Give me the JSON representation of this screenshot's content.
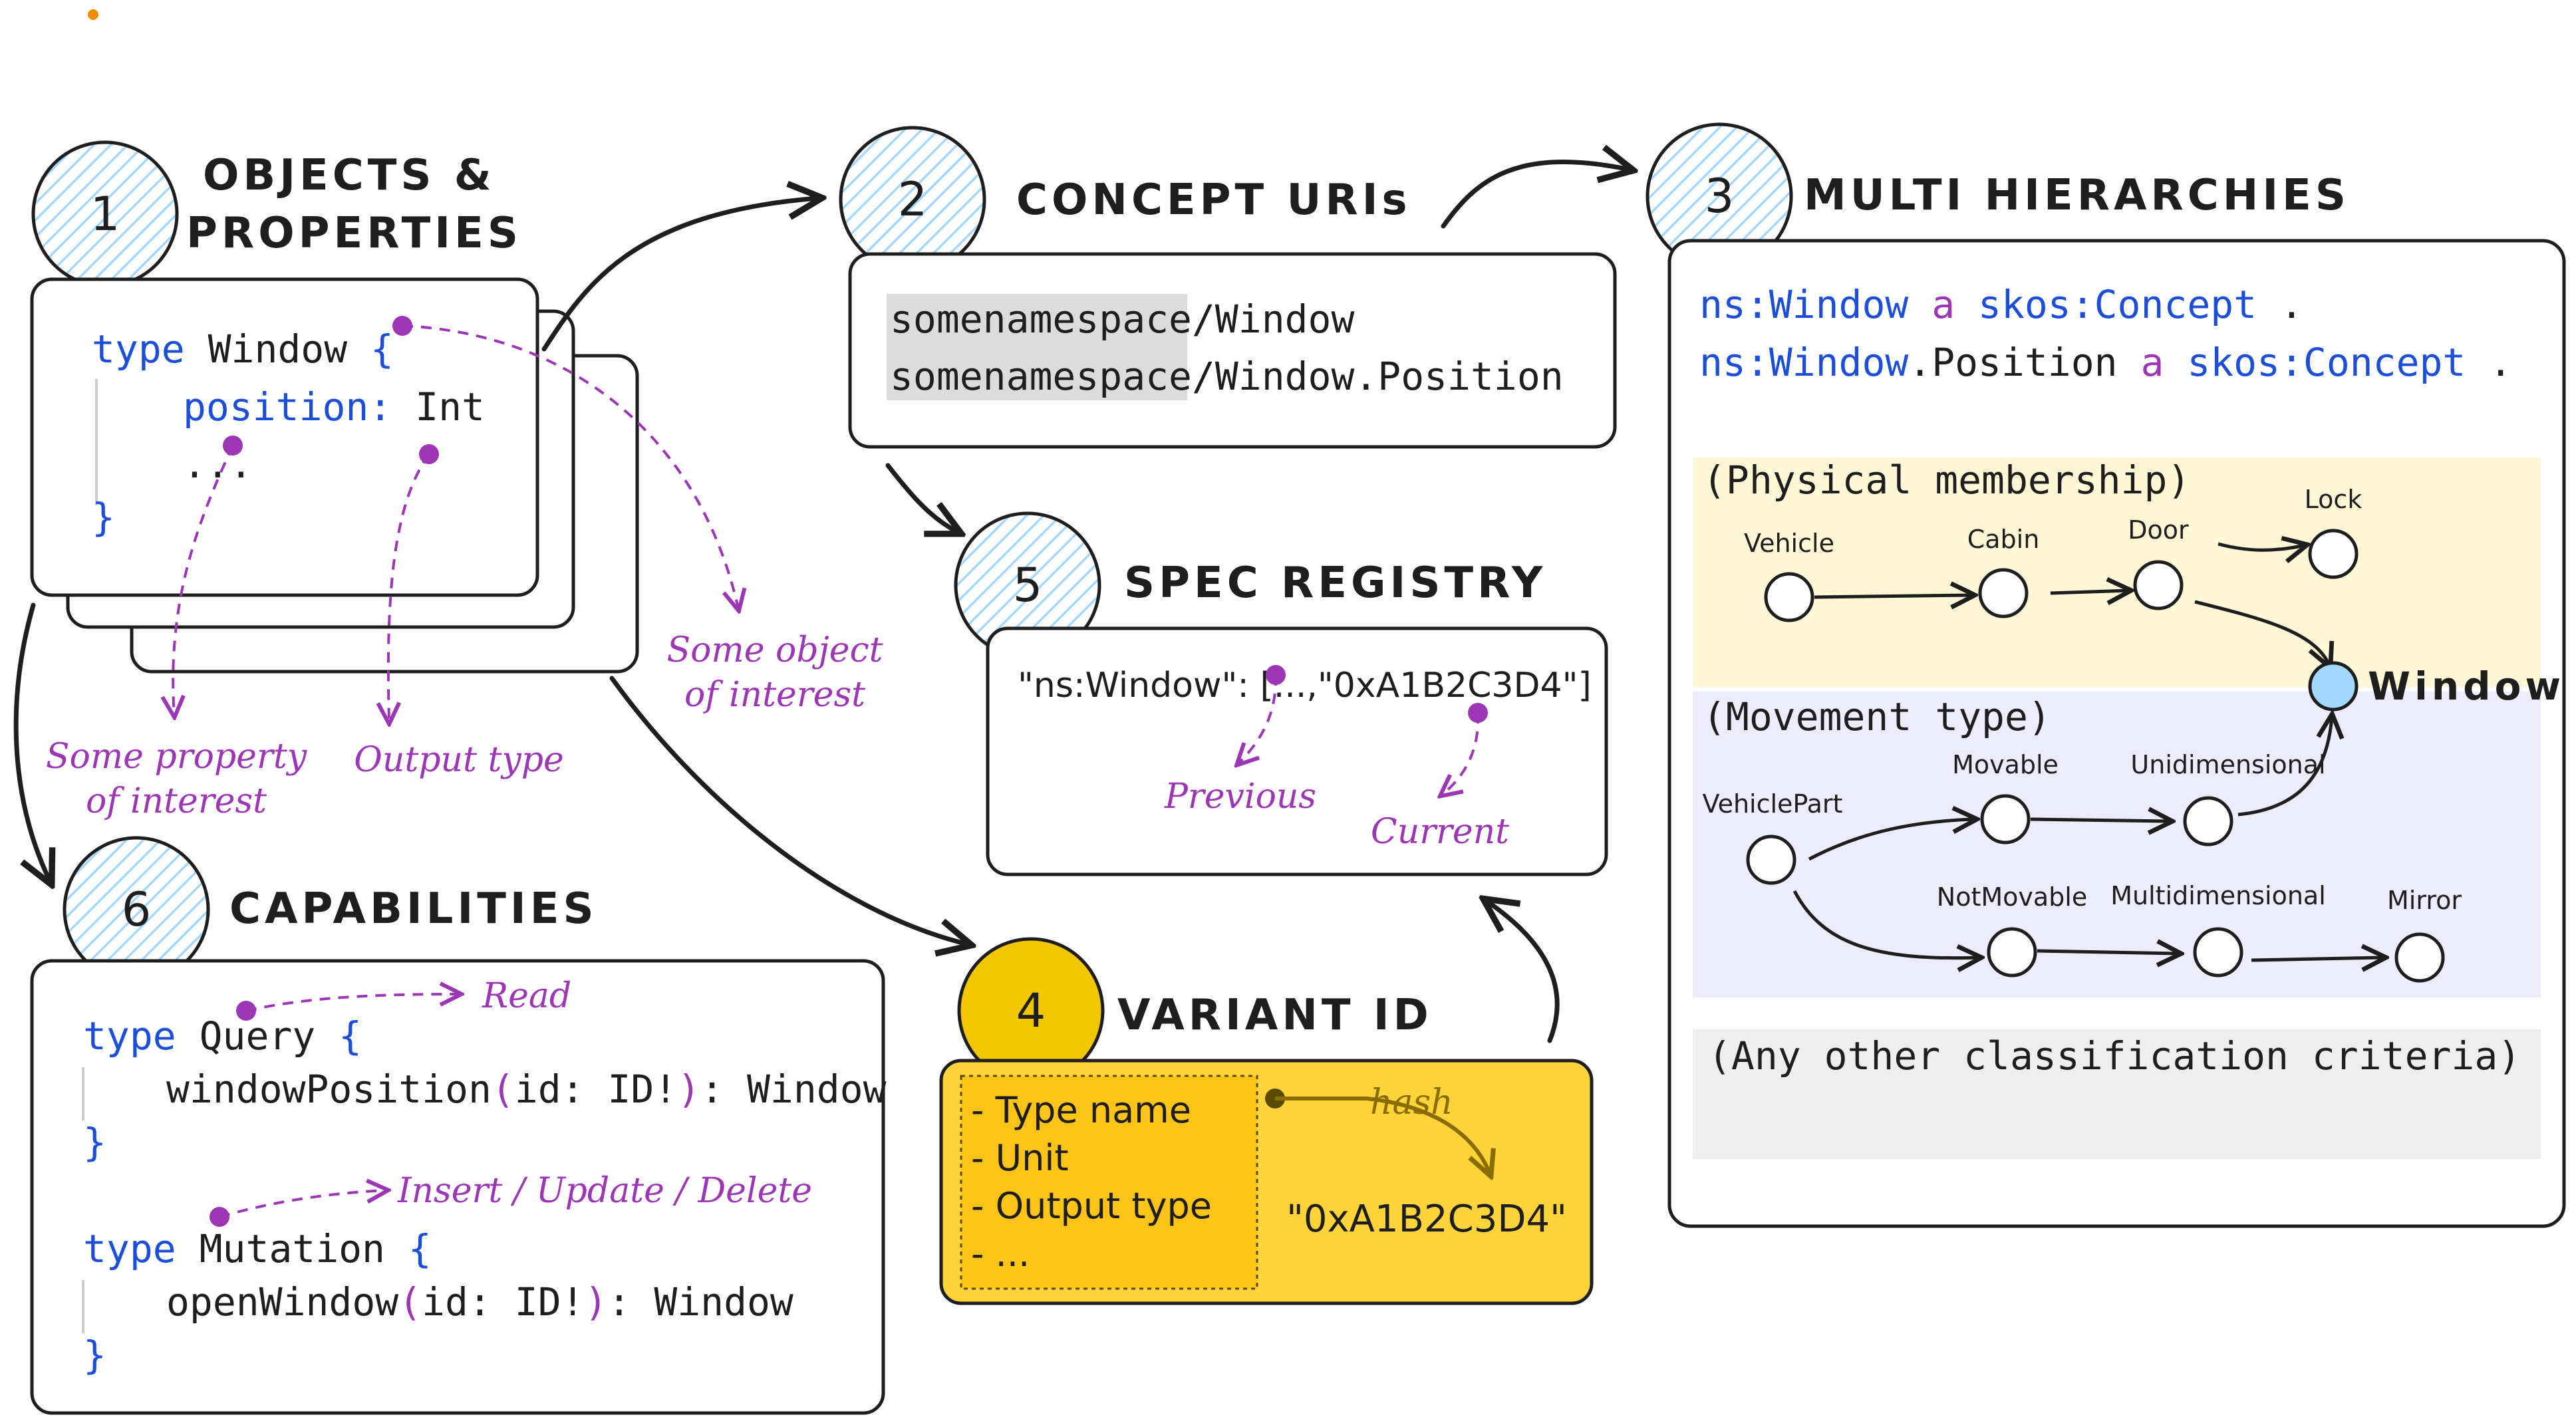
{
  "sections": {
    "s1": {
      "number": "1",
      "title_line1": "OBJECTS &",
      "title_line2": "PROPERTIES"
    },
    "s2": {
      "number": "2",
      "title": "CONCEPT URIs"
    },
    "s3": {
      "number": "3",
      "title": "MULTI HIERARCHIES"
    },
    "s4": {
      "number": "4",
      "title": "VARIANT ID"
    },
    "s5": {
      "number": "5",
      "title": "SPEC REGISTRY"
    },
    "s6": {
      "number": "6",
      "title": "CAPABILITIES"
    }
  },
  "objects": {
    "line1_kw": "type",
    "line1_name": " Window ",
    "line1_brace": "{",
    "line2_field": "position:",
    "line2_type": " Int",
    "line3": "...",
    "line4": "}",
    "anno_property": [
      "Some property",
      "of interest"
    ],
    "anno_output": "Output type",
    "anno_object": [
      "Some object",
      "of interest"
    ]
  },
  "concept_uris": {
    "ns": "somenamespace",
    "rest1": "/Window",
    "rest2": "/Window.Position"
  },
  "hierarchies": {
    "rdf1": [
      "ns:",
      "Window",
      " a ",
      "skos:Concept",
      " ."
    ],
    "rdf2": [
      "ns:",
      "Window",
      ".Position",
      " a ",
      "skos:Concept",
      " ."
    ],
    "group_physical": "(Physical membership)",
    "group_movement": "(Movement type)",
    "group_other": "(Any other classification criteria)",
    "nodes": {
      "vehicle": "Vehicle",
      "cabin": "Cabin",
      "door": "Door",
      "lock": "Lock",
      "window": "Window",
      "vehiclepart": "VehiclePart",
      "movable": "Movable",
      "unidimensional": "Unidimensional",
      "notmovable": "NotMovable",
      "multidimensional": "Multidimensional",
      "mirror": "Mirror"
    },
    "colors": {
      "physical_bg": "#fff7d6",
      "movement_bg": "#ececfd",
      "other_bg": "#eeeeee",
      "window_node": "#a5d8ff"
    }
  },
  "registry": {
    "entry": "\"ns:Window\": [...,\"0xA1B2C3D4\"]",
    "anno_previous": "Previous",
    "anno_current": "Current"
  },
  "variant": {
    "items": [
      "- Type name",
      "- Unit",
      "- Output type",
      "- ..."
    ],
    "hash_label": "hash",
    "hash_value": "\"0xA1B2C3D4\"",
    "colors": {
      "box_bg": "#ffd43b",
      "inner_bg": "#fcc419",
      "circle": "#f2c700"
    }
  },
  "capabilities": {
    "q1_kw": "type",
    "q1_name": " Query ",
    "q1_brace": "{",
    "q2_a": "windowPosition",
    "q2_p1": "(",
    "q2_b": "id: ID!",
    "q2_p2": ")",
    "q2_c": ": Window",
    "q3": "}",
    "m1_kw": "type",
    "m1_name": " Mutation ",
    "m1_brace": "{",
    "m2_a": "openWindow",
    "m2_p1": "(",
    "m2_b": "id: ID!",
    "m2_p2": ")",
    "m2_c": ": Window",
    "m3": "}",
    "anno_read": "Read",
    "anno_write": "Insert / Update / Delete"
  },
  "colors": {
    "annotation": "#9c36b5",
    "keyword": "#1c4ed8",
    "hatch": "#a5d8ff",
    "ink": "#1e1e1e"
  }
}
